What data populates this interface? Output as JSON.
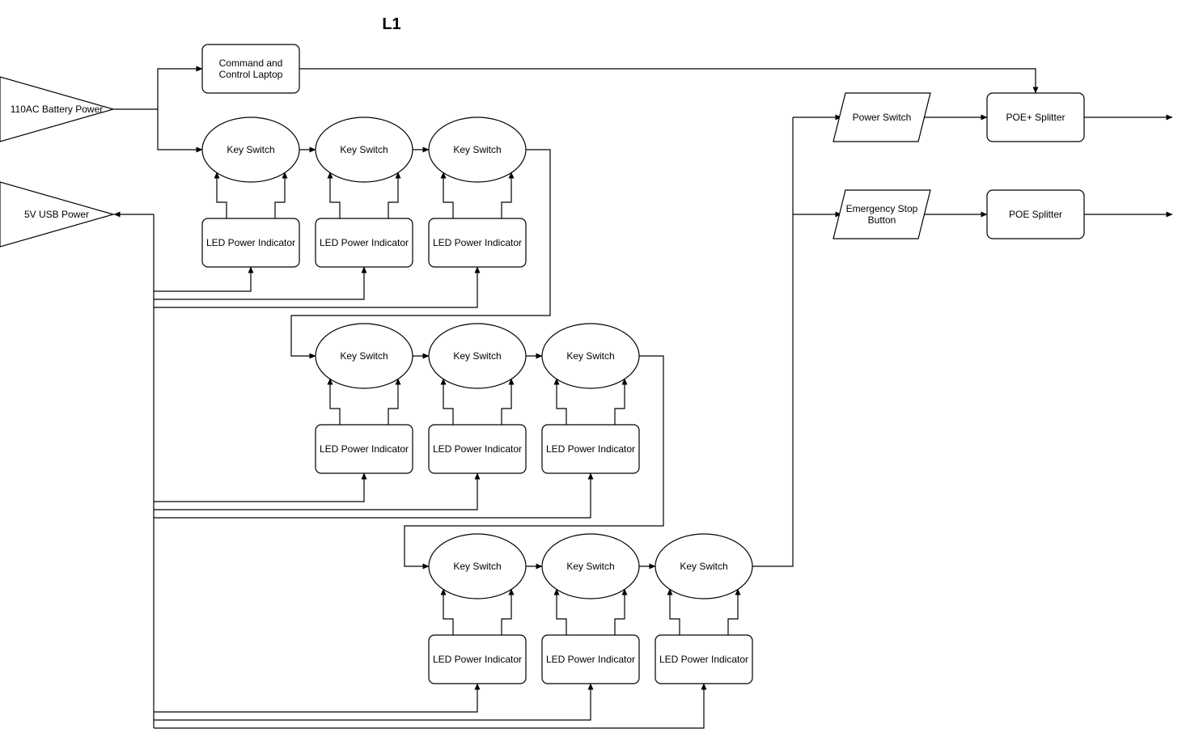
{
  "diagram": {
    "title": "L1",
    "line_color": "#000000",
    "fill_color": "#ffffff",
    "sources": {
      "battery": "110AC Battery Power",
      "usb": "5V USB Power"
    },
    "laptop": [
      "Command and",
      "Control Laptop"
    ],
    "key_switch": "Key Switch",
    "led": "LED Power Indicator",
    "power_switch": "Power Switch",
    "emergency_stop": [
      "Emergency Stop",
      "Button"
    ],
    "poe_plus": "POE+ Splitter",
    "poe": "POE Splitter"
  }
}
